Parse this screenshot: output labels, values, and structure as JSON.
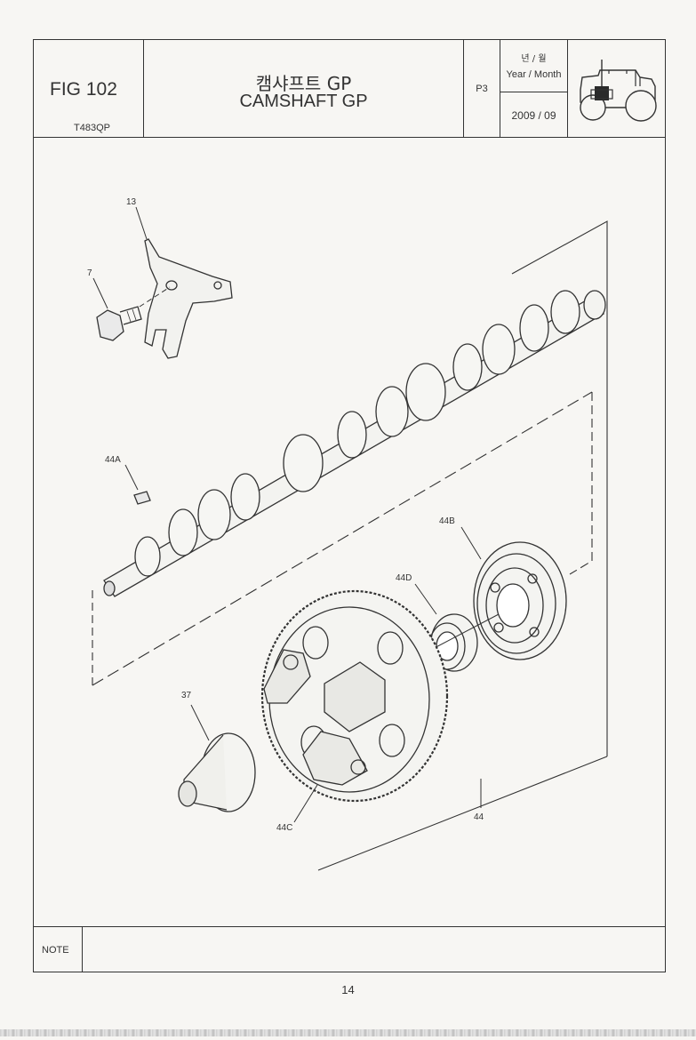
{
  "header": {
    "fig_label": "FIG 102",
    "model_code": "T483QP",
    "title_korean": "캠샤프트 GP",
    "title_english": "CAMSHAFT GP",
    "page_code": "P3",
    "year_month_korean": "년 / 월",
    "year_month_english": "Year / Month",
    "date": "2009  / 09"
  },
  "callouts": {
    "c13": "13",
    "c7": "7",
    "c44a": "44A",
    "c44b": "44B",
    "c44d": "44D",
    "c37": "37",
    "c44c": "44C",
    "c44": "44"
  },
  "note": {
    "label": "NOTE"
  },
  "footer": {
    "page_number": "14"
  },
  "icons": [
    "tractor-icon"
  ]
}
